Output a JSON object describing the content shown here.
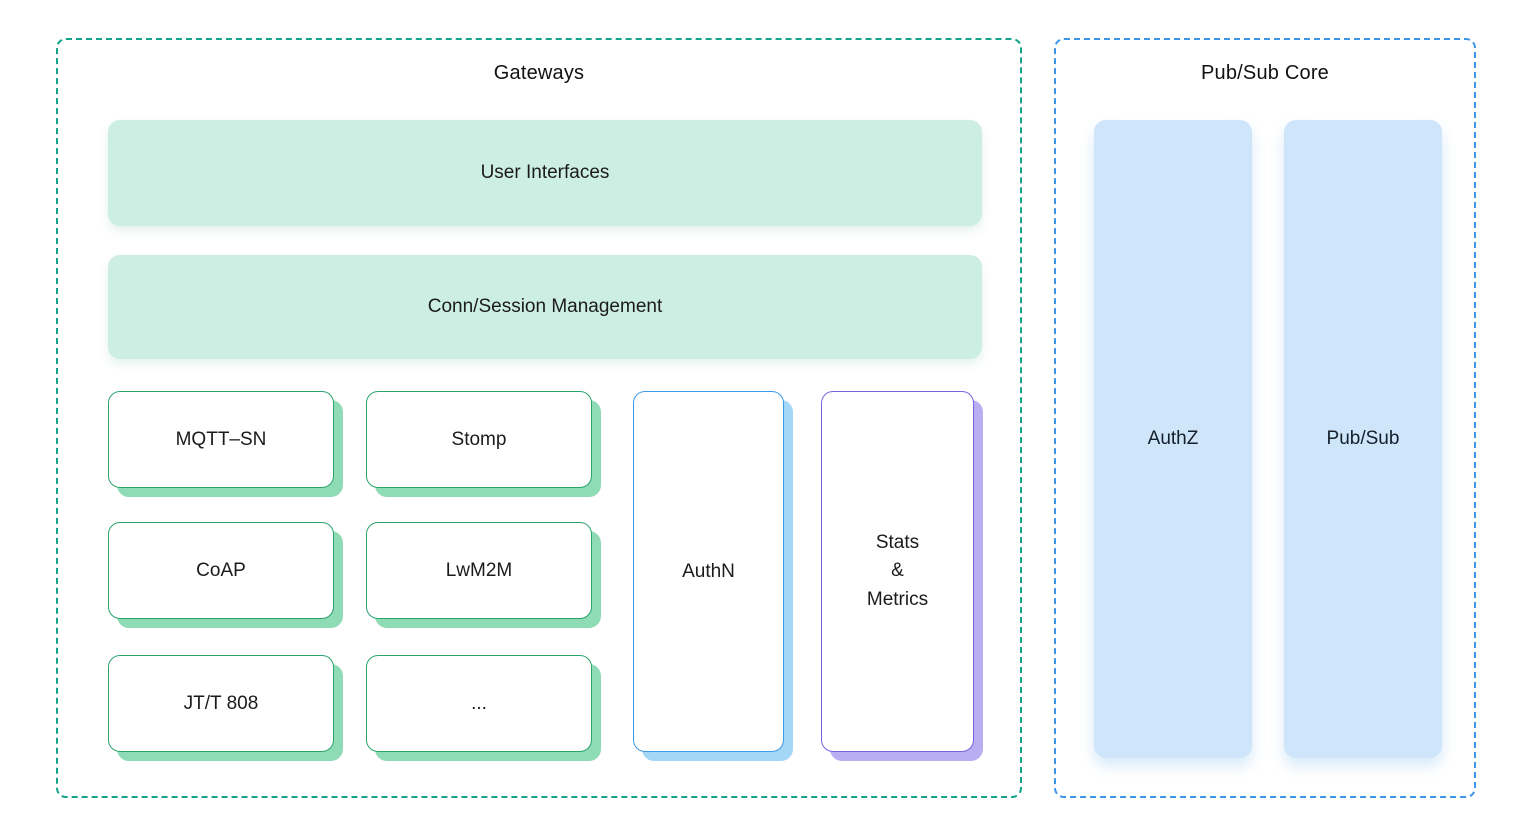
{
  "diagram": {
    "gateways": {
      "title": "Gateways",
      "layers": [
        {
          "label": "User Interfaces"
        },
        {
          "label": "Conn/Session Management"
        }
      ],
      "protocols": [
        {
          "label": "MQTT–SN"
        },
        {
          "label": "Stomp"
        },
        {
          "label": "CoAP"
        },
        {
          "label": "LwM2M"
        },
        {
          "label": "JT/T 808"
        },
        {
          "label": "..."
        }
      ],
      "authn": {
        "label": "AuthN"
      },
      "stats": {
        "label": "Stats\n&\nMetrics"
      }
    },
    "pubsub_core": {
      "title": "Pub/Sub Core",
      "components": [
        {
          "label": "AuthZ"
        },
        {
          "label": "Pub/Sub"
        }
      ]
    },
    "colors": {
      "gateways_dash_border": "#12a388",
      "pubsub_dash_border": "#3e95e7",
      "mint_fill": "#cdeee2",
      "light_blue_fill": "#cfe5fa",
      "green_box_border": "#2aa36d",
      "green_box_shadow": "#8edbb5",
      "blue_box_border": "#3d9be8",
      "blue_box_shadow": "#a5d6f8",
      "purple_box_border": "#7a63df",
      "purple_box_shadow": "#baaef2",
      "text": "#1b1b1b"
    }
  }
}
